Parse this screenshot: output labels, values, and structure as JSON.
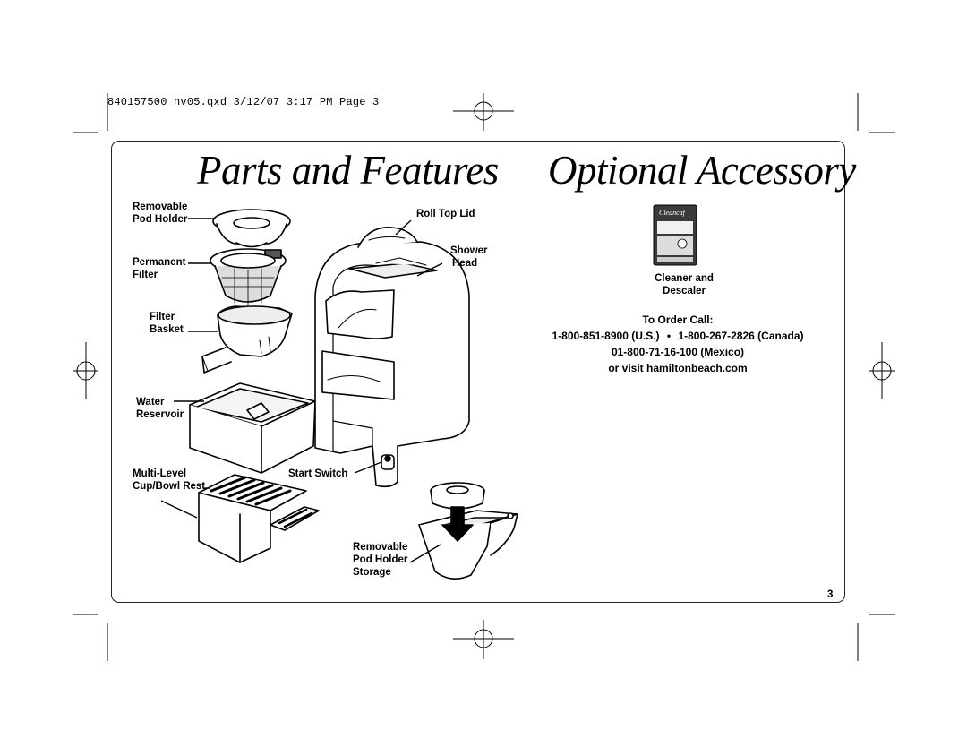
{
  "slug_line": "840157500 nv05.qxd  3/12/07  3:17 PM  Page 3",
  "headings": {
    "left": "Parts and Features",
    "right": "Optional Accessory"
  },
  "parts": {
    "removable_pod_holder": [
      "Removable",
      "Pod Holder"
    ],
    "permanent_filter": [
      "Permanent",
      "Filter"
    ],
    "filter_basket": [
      "Filter",
      "Basket"
    ],
    "water_reservoir": [
      "Water",
      "Reservoir"
    ],
    "cup_bowl_rest": [
      "Multi-Level",
      "Cup/Bowl Rest"
    ],
    "roll_top_lid": "Roll Top Lid",
    "shower_head": [
      "Shower",
      "Head"
    ],
    "start_switch": "Start Switch",
    "pod_holder_storage": [
      "Removable",
      "Pod Holder",
      "Storage"
    ]
  },
  "accessory": {
    "product_name": [
      "Cleaner and",
      "Descaler"
    ],
    "package_brand": "Cleancaf",
    "order_heading": "To Order Call:",
    "phone_us": "1-800-851-8900 (U.S.)",
    "separator": "•",
    "phone_canada": "1-800-267-2826 (Canada)",
    "phone_mexico": "01-800-71-16-100 (Mexico)",
    "website": "or visit hamiltonbeach.com"
  },
  "page_number": "3"
}
